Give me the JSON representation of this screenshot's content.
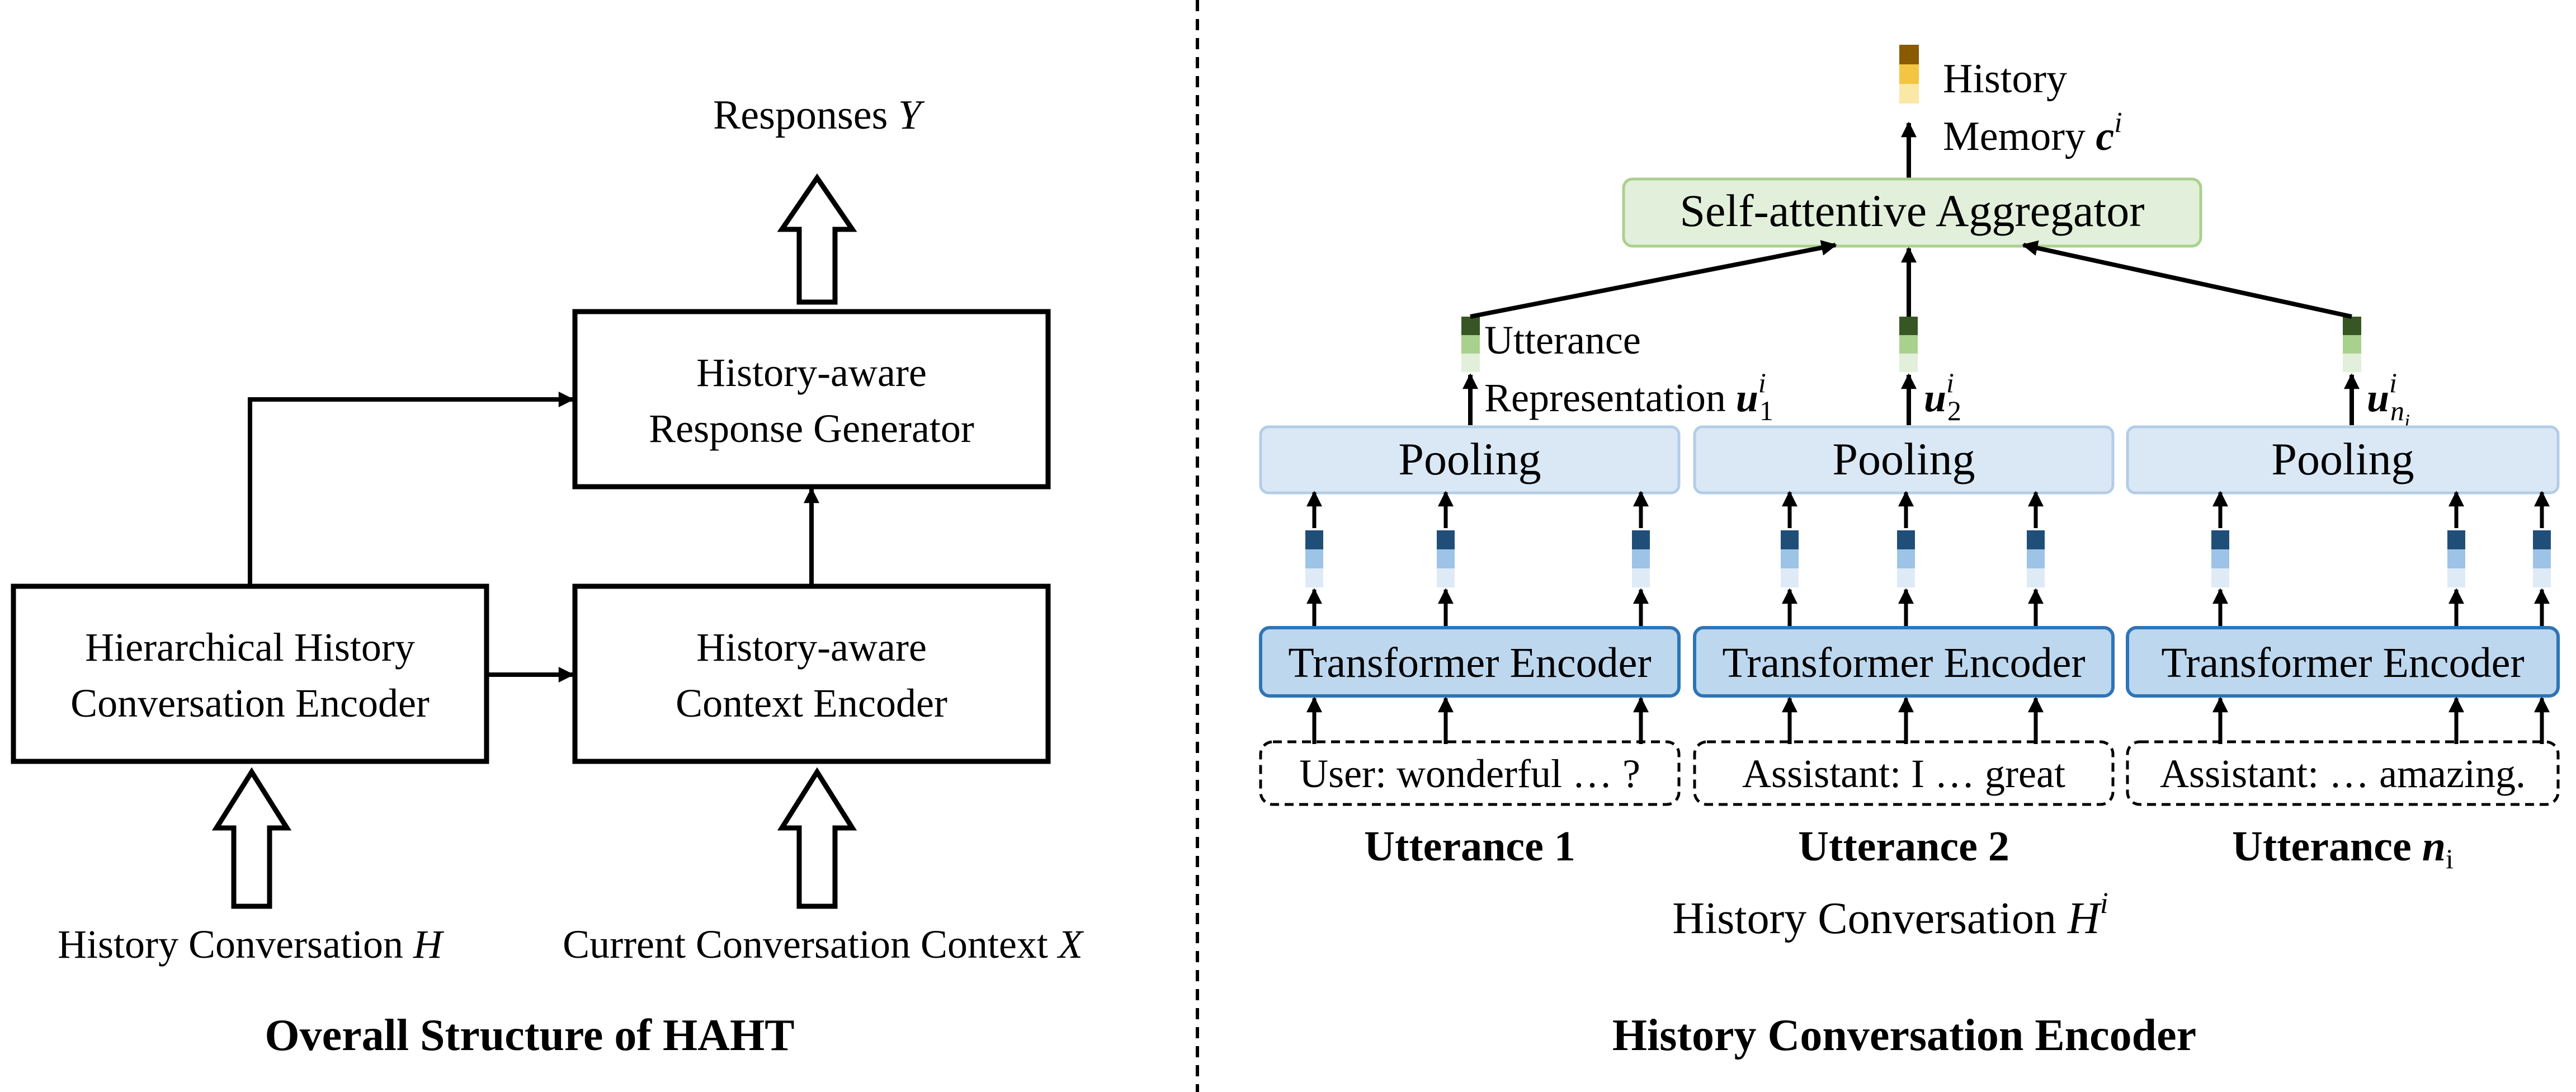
{
  "left_panel": {
    "caption": "Overall Structure of HAHT",
    "responses_label": "Responses",
    "responses_var": "Y",
    "generator_box": [
      "History-aware",
      "Response Generator"
    ],
    "hier_encoder_box": [
      "Hierarchical History",
      "Conversation Encoder"
    ],
    "context_encoder_box": [
      "History-aware",
      "Context Encoder"
    ],
    "history_input_label": "History Conversation",
    "history_input_var": "H",
    "context_input_label": "Current Conversation Context",
    "context_input_var": "X"
  },
  "right_panel": {
    "caption": "History Conversation Encoder",
    "memory_label_1": "History",
    "memory_label_2": "Memory",
    "memory_var": "c",
    "memory_sup": "i",
    "aggregator_label": "Self-attentive Aggregator",
    "utterance_label_1": "Utterance",
    "utterance_label_2": "Representation",
    "pooling_label": "Pooling",
    "transformer_label": "Transformer Encoder",
    "rep_var": "u",
    "rep_sup": "i",
    "rep_subs": [
      "1",
      "2",
      "n"
    ],
    "rep_subsub": "i",
    "utterances": [
      {
        "text": "User: wonderful … ?",
        "name_bold": "Utterance 1",
        "name_var": "",
        "name_sub": ""
      },
      {
        "text": "Assistant: I  … great",
        "name_bold": "Utterance 2",
        "name_var": "",
        "name_sub": ""
      },
      {
        "text": "Assistant: … amazing.",
        "name_bold": "Utterance ",
        "name_var": "n",
        "name_sub": "i"
      }
    ],
    "bottom_label": "History Conversation",
    "bottom_var": "H",
    "bottom_sup": "i"
  },
  "colors": {
    "aggregator_fill": "#e2efda",
    "aggregator_stroke": "#a9d18e",
    "pooling_fill": "#dae8f5",
    "pooling_stroke": "#b4cde6",
    "transformer_fill": "#bdd7ee",
    "transformer_stroke": "#2e75b6",
    "memory_dark": "#8a5a00",
    "memory_mid": "#f4c542",
    "memory_light": "#fce8a6",
    "rep_dark": "#375623",
    "rep_mid": "#a9d18e",
    "rep_light": "#e2efda",
    "token_dark": "#1f4e79",
    "token_mid": "#9dc3e6",
    "token_light": "#deebf7"
  }
}
